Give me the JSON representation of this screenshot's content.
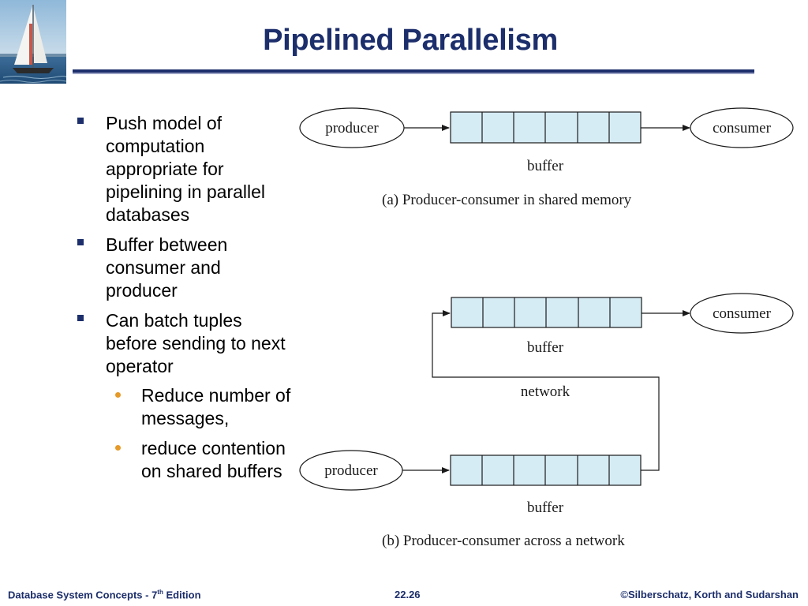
{
  "slide": {
    "title": "Pipelined Parallelism"
  },
  "bullets": [
    {
      "text": "Push model of computation appropriate for pipelining in parallel databases"
    },
    {
      "text": "Buffer between consumer and producer"
    },
    {
      "text": "Can batch tuples before sending to next operator",
      "sub": [
        "Reduce number of messages,",
        "reduce contention on shared buffers"
      ]
    }
  ],
  "diagram": {
    "a": {
      "producer": "producer",
      "consumer": "consumer",
      "buffer": "buffer",
      "caption": "(a)  Producer-consumer in shared memory"
    },
    "b": {
      "consumer": "consumer",
      "buffer_top": "buffer",
      "network": "network",
      "producer": "producer",
      "buffer_bottom": "buffer",
      "caption": "(b) Producer-consumer across a network"
    }
  },
  "footer": {
    "left_prefix": "Database System Concepts - 7",
    "left_sup": "th",
    "left_suffix": " Edition",
    "page": "22.26",
    "right": "©Silberschatz, Korth and Sudarshan"
  },
  "colors": {
    "title": "#1c2e6b",
    "buffer_fill": "#d6ecf5",
    "sub_bullet": "#e59a2a"
  }
}
